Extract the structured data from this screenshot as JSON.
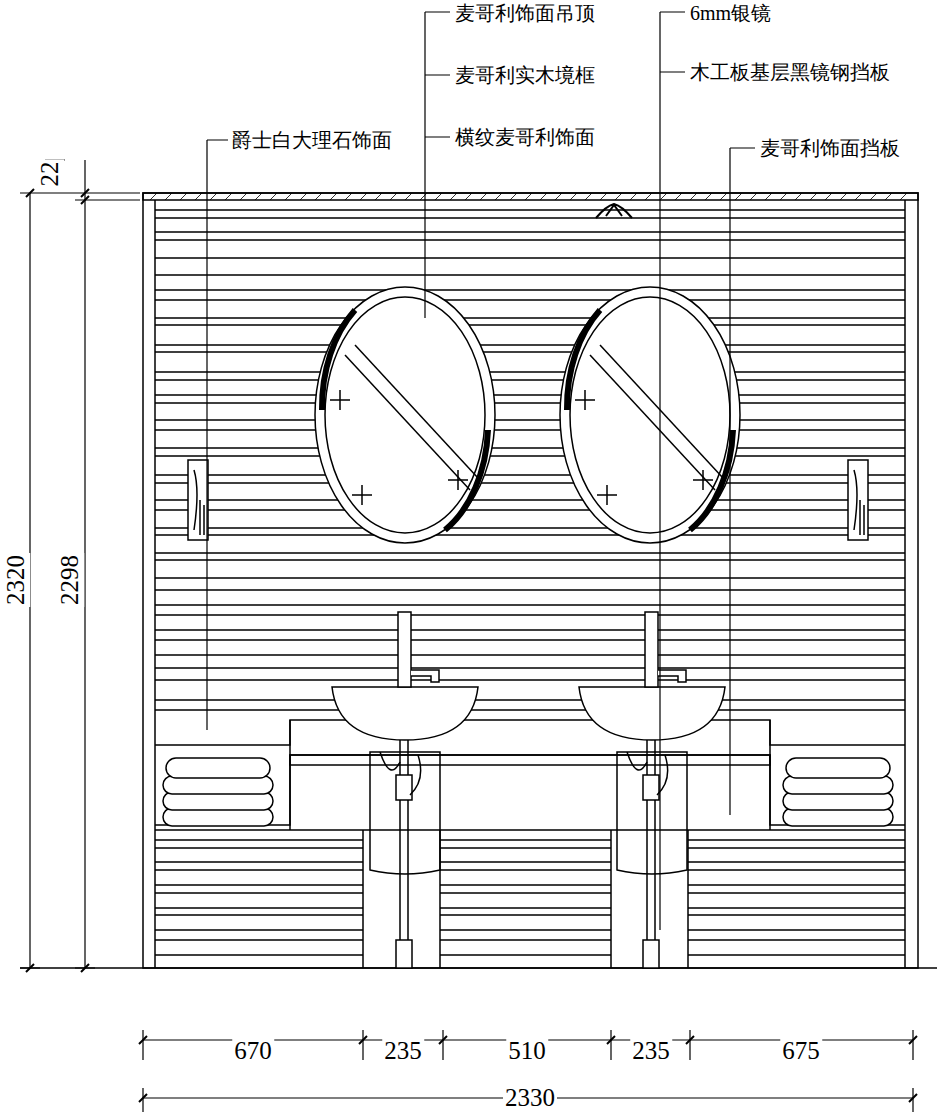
{
  "diagram": {
    "labels": [
      "麦哥利饰面吊顶",
      "6mm银镜",
      "麦哥利实木境框",
      "木工板基层黑镜钢挡板",
      "爵士白大理石饰面",
      "横纹麦哥利饰面",
      "麦哥利饰面挡板",
      "22",
      "2320",
      "2298",
      "670",
      "235",
      "510",
      "235",
      "675",
      "2330"
    ]
  }
}
